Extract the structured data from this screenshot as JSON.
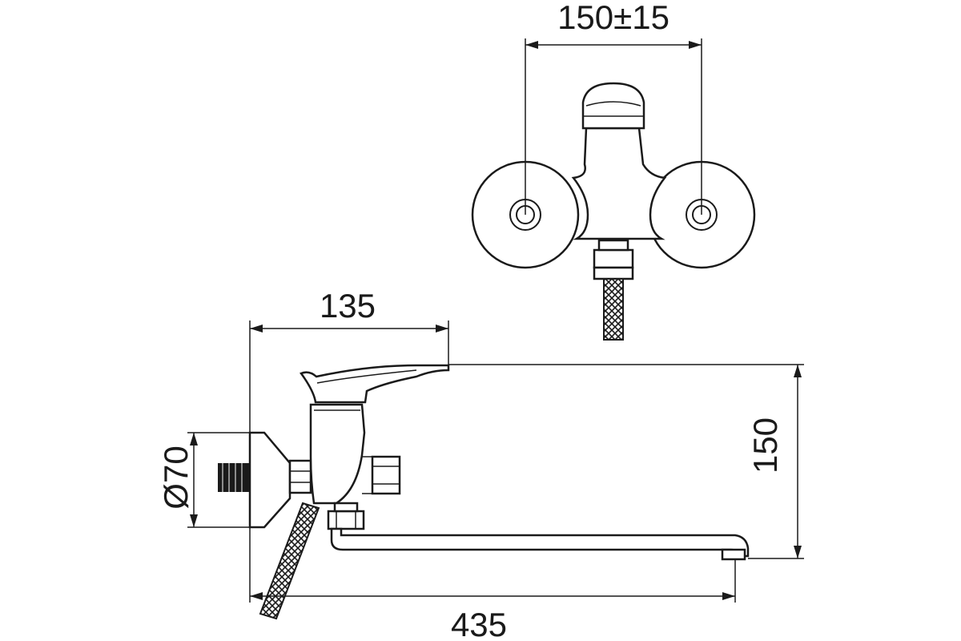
{
  "dimensions": {
    "center_distance": "150±15",
    "handle_reach": "135",
    "height": "150",
    "flange_diameter": "Ø70",
    "overall_length": "435"
  }
}
